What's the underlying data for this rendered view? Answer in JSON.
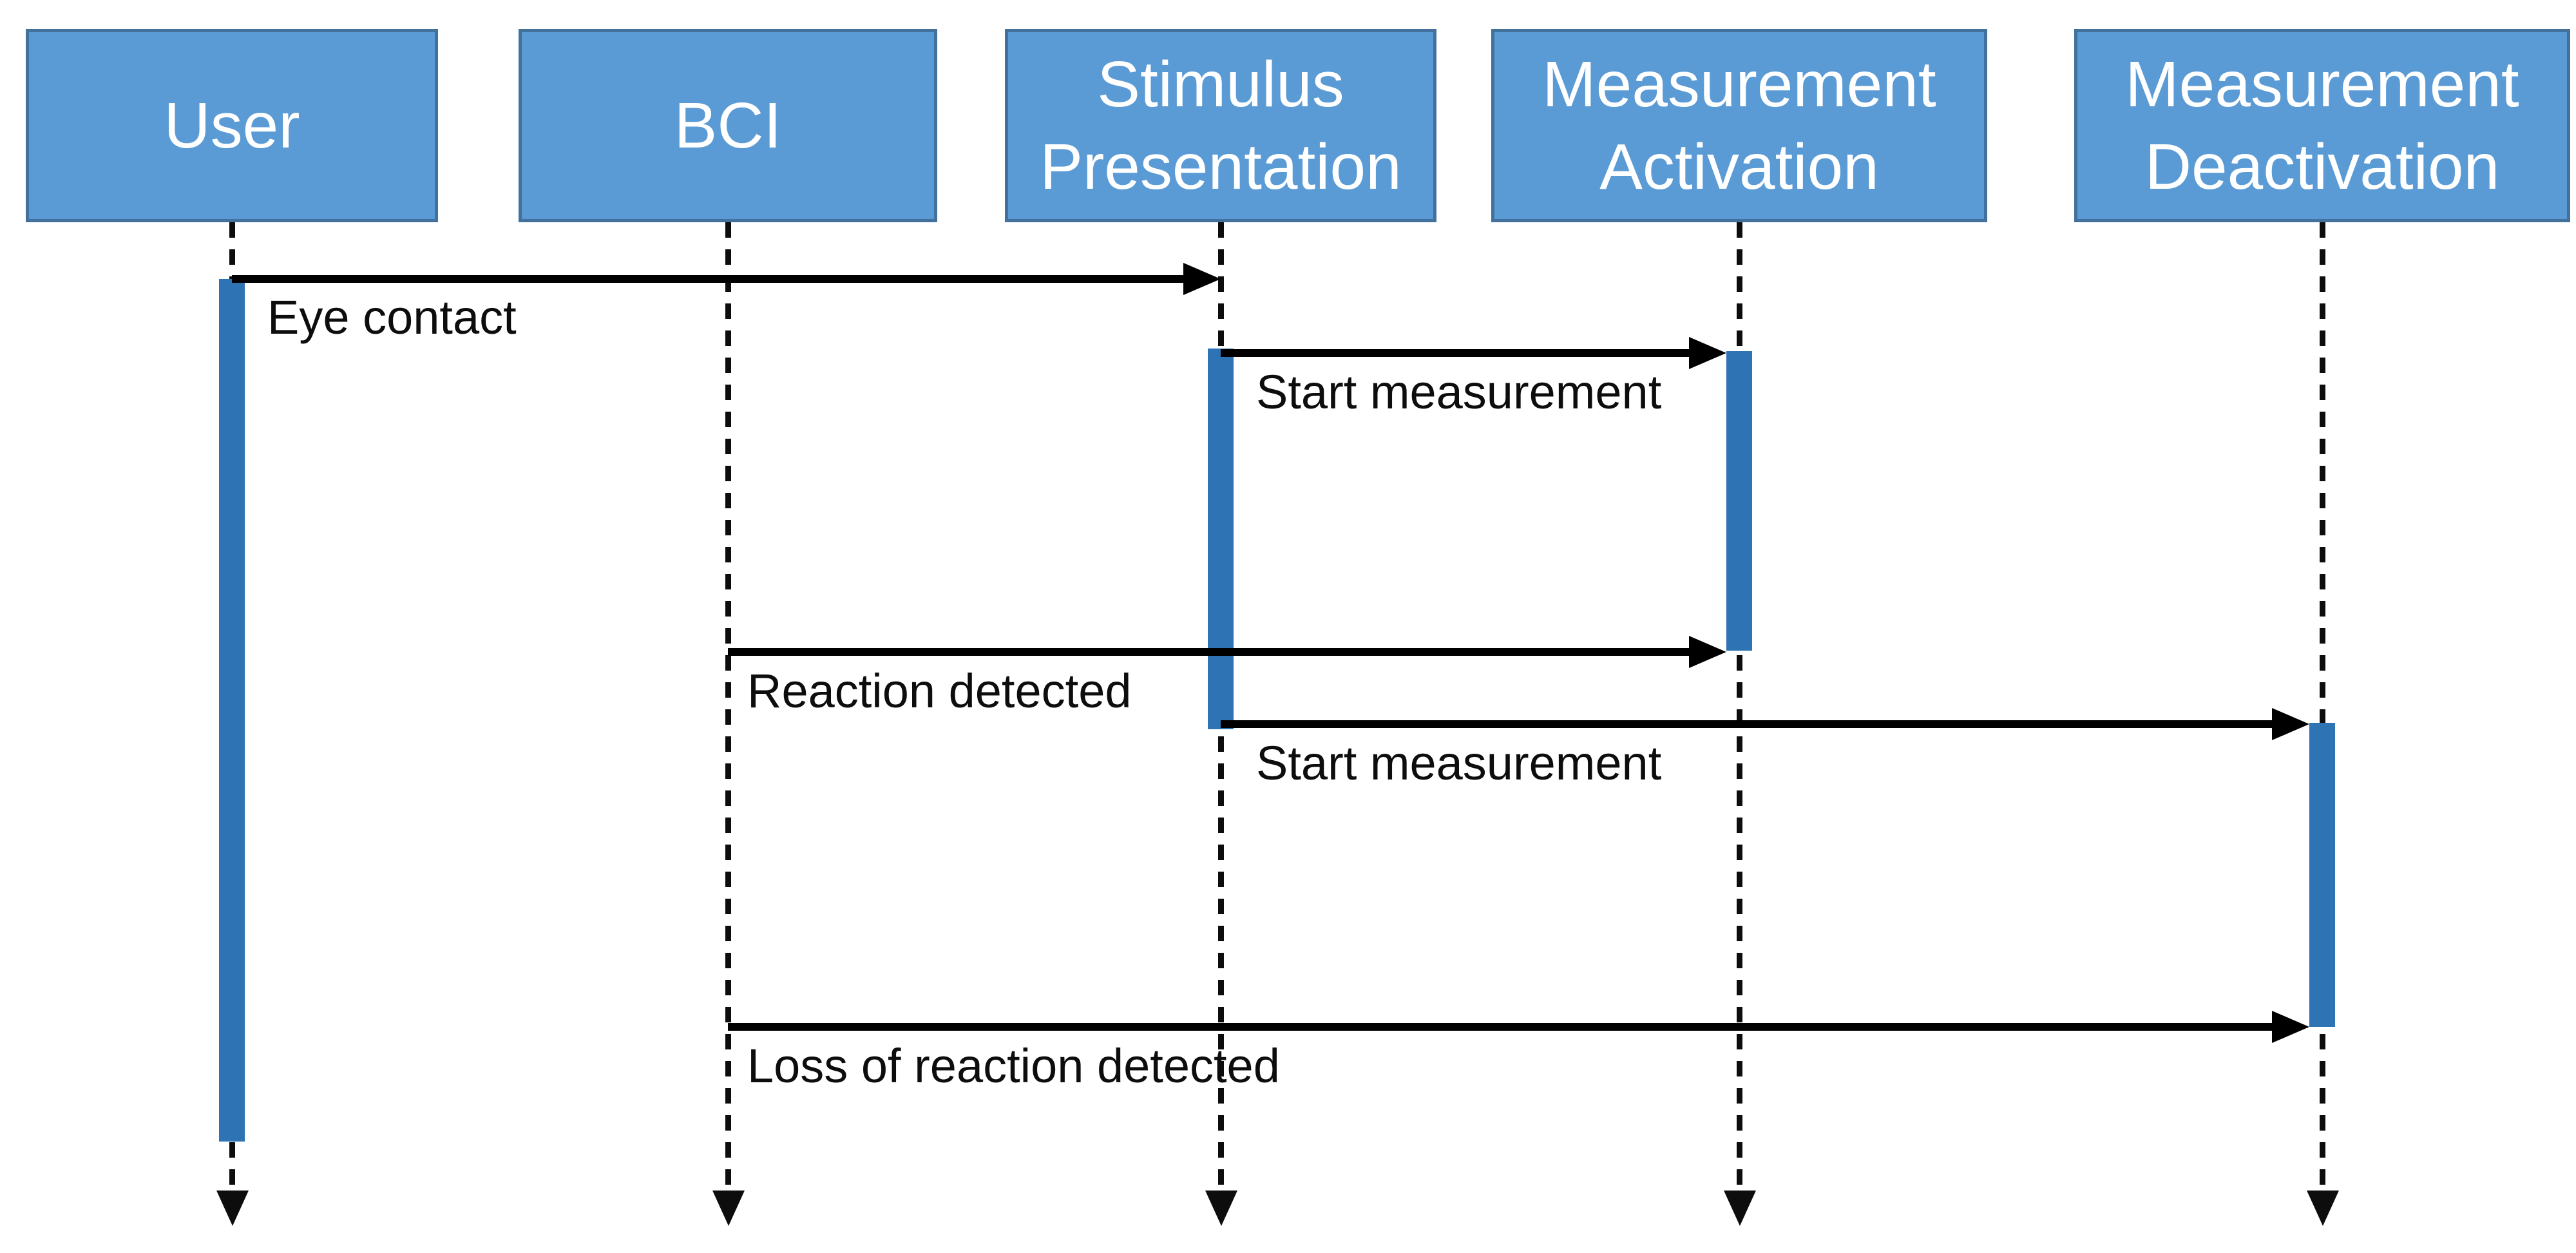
{
  "diagram": {
    "type": "uml-sequence-diagram",
    "actors": [
      {
        "id": "user",
        "label": "User"
      },
      {
        "id": "bci",
        "label": "BCI"
      },
      {
        "id": "stimulus-presentation",
        "label": "Stimulus Presentation"
      },
      {
        "id": "measurement-activation",
        "label": "Measurement Activation"
      },
      {
        "id": "measurement-deactivation",
        "label": "Measurement Deactivation"
      }
    ],
    "messages": [
      {
        "label": "Eye contact",
        "from": "User",
        "to": "Stimulus Presentation"
      },
      {
        "label": "Start measurement",
        "from": "Stimulus Presentation",
        "to": "Measurement Activation"
      },
      {
        "label": "Reaction detected",
        "from": "BCI",
        "to": "Measurement Activation"
      },
      {
        "label": "Start measurement",
        "from": "Stimulus Presentation",
        "to": "Measurement Deactivation"
      },
      {
        "label": "Loss of reaction detected",
        "from": "BCI",
        "to": "Measurement Deactivation"
      }
    ],
    "colors": {
      "actor_fill": "#5B9BD5",
      "actor_border": "#41719C",
      "actor_text": "#FFFFFF",
      "activation_fill": "#2E74B5",
      "line": "#000000",
      "message_text": "#0D0D0D",
      "background": "#FFFFFF"
    }
  }
}
